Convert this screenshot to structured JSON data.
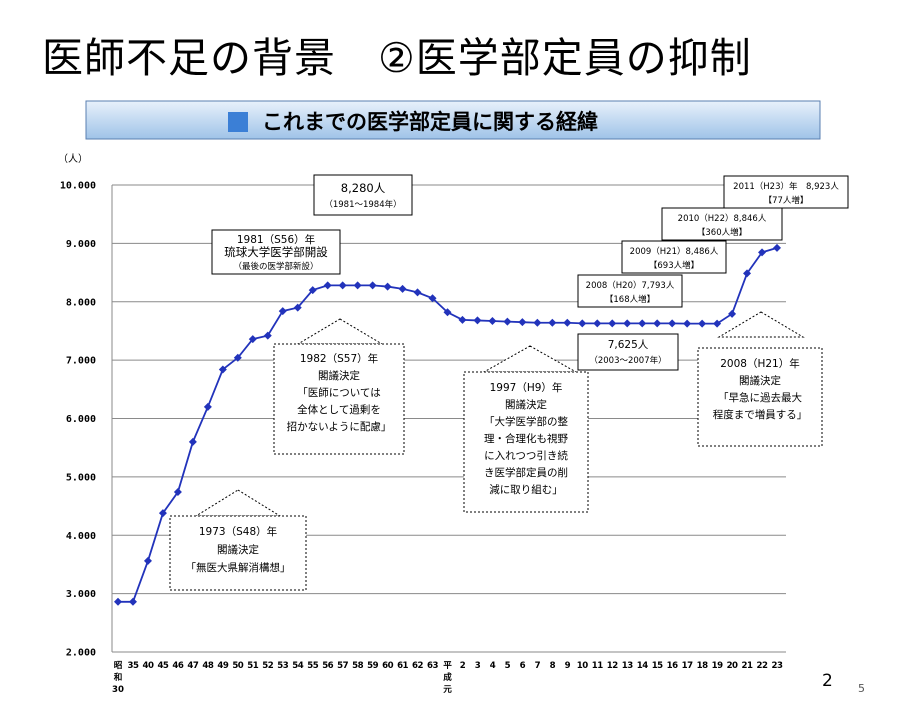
{
  "slide": {
    "title": "医師不足の背景　②医学部定員の抑制",
    "slide_number": "2",
    "page_number": "5"
  },
  "colors": {
    "line": "#2233bb",
    "banner_top": "#e8f1fb",
    "banner_bottom": "#9fc3e8",
    "banner_square": "#3b7fd6"
  },
  "chart_data": {
    "type": "line",
    "title": "これまでの医学部定員に関する経緯",
    "ylabel": "（人）",
    "ylim": [
      2000,
      10000
    ],
    "grid": true,
    "yticks": [
      "2.000",
      "3.000",
      "4.000",
      "5.000",
      "6.000",
      "7.000",
      "8.000",
      "9.000",
      "10.000"
    ],
    "x": [
      "昭和30",
      "35",
      "40",
      "45",
      "46",
      "47",
      "48",
      "49",
      "50",
      "51",
      "52",
      "53",
      "54",
      "55",
      "56",
      "57",
      "58",
      "59",
      "60",
      "61",
      "62",
      "63",
      "平成元",
      "2",
      "3",
      "4",
      "5",
      "6",
      "7",
      "8",
      "9",
      "10",
      "11",
      "12",
      "13",
      "14",
      "15",
      "16",
      "17",
      "18",
      "19",
      "20",
      "21",
      "22",
      "23"
    ],
    "x_tick_labels": [
      "昭和30",
      "35",
      "40",
      "45",
      "46",
      "47",
      "48",
      "49",
      "50",
      "51",
      "52",
      "53",
      "54",
      "55",
      "56",
      "57",
      "58",
      "59",
      "60",
      "61",
      "62",
      "63",
      "平成元",
      "2",
      "3",
      "4",
      "5",
      "6",
      "7",
      "8",
      "9",
      "10",
      "11",
      "12",
      "13",
      "14",
      "15",
      "16",
      "17",
      "18",
      "19",
      "20",
      "21",
      "22",
      "23"
    ],
    "series": [
      {
        "values": [
          2860,
          2860,
          3560,
          4380,
          4740,
          5600,
          6200,
          6840,
          7040,
          7360,
          7420,
          7840,
          7900,
          8200,
          8280,
          8280,
          8280,
          8280,
          8260,
          8220,
          8160,
          8060,
          7820,
          7690,
          7680,
          7670,
          7660,
          7650,
          7640,
          7640,
          7640,
          7630,
          7630,
          7630,
          7630,
          7630,
          7630,
          7630,
          7625,
          7625,
          7625,
          7793,
          8486,
          8846,
          8923
        ]
      }
    ],
    "annotations": [
      {
        "lines": [
          "8,280人",
          "（1981～1984年）"
        ]
      },
      {
        "lines": [
          "1981（S56）年",
          "琉球大学医学部開設",
          "（最後の医学部新設）"
        ]
      },
      {
        "lines": [
          "1982（S57）年",
          "閣議決定",
          "「医師については",
          "全体として過剰を",
          "招かないように配慮」"
        ]
      },
      {
        "lines": [
          "1973（S48）年",
          "閣議決定",
          "「無医大県解消構想」"
        ]
      },
      {
        "lines": [
          "1997（H9）年",
          "閣議決定",
          "「大学医学部の整",
          "理・合理化も視野",
          "に入れつつ引き続",
          "き医学部定員の削",
          "減に取り組む」"
        ]
      },
      {
        "lines": [
          "7,625人",
          "（2003～2007年）"
        ]
      },
      {
        "lines": [
          "2008（H21）年",
          "閣議決定",
          "「早急に過去最大",
          "程度まで増員する」"
        ]
      },
      {
        "lines": [
          "2008（H20）7,793人",
          "【168人増】"
        ]
      },
      {
        "lines": [
          "2009（H21）8,486人",
          "【693人増】"
        ]
      },
      {
        "lines": [
          "2010（H22）8,846人",
          "【360人増】"
        ]
      },
      {
        "lines": [
          "2011（H23）年　8,923人",
          "【77人増】"
        ]
      }
    ]
  }
}
